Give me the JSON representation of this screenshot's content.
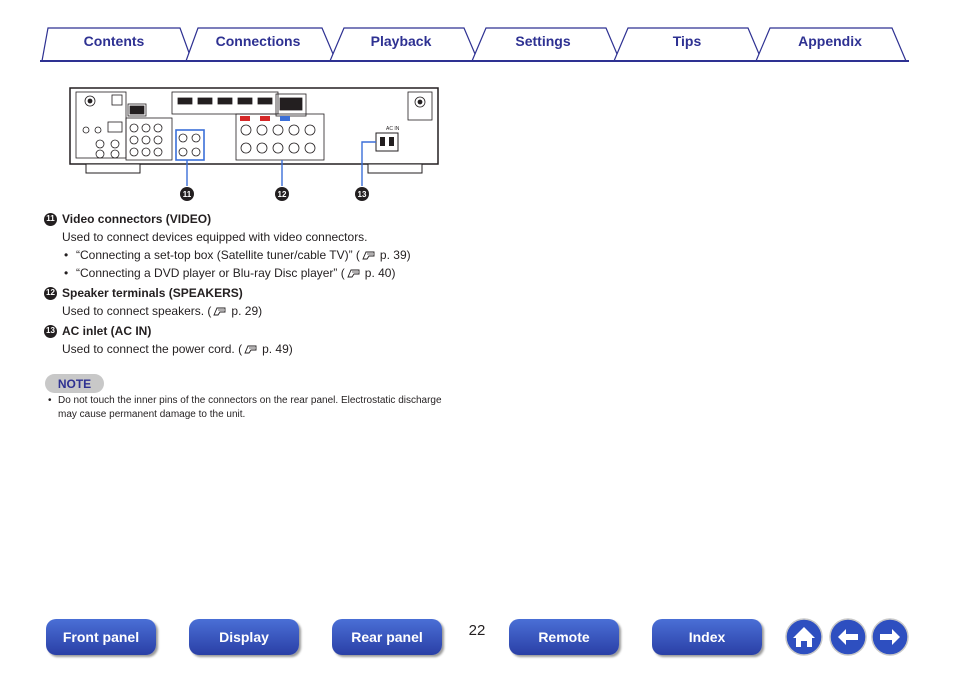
{
  "tabs": [
    {
      "label": "Contents"
    },
    {
      "label": "Connections"
    },
    {
      "label": "Playback"
    },
    {
      "label": "Settings"
    },
    {
      "label": "Tips"
    },
    {
      "label": "Appendix"
    }
  ],
  "figure": {
    "callouts": [
      "11",
      "12",
      "13"
    ],
    "ac_in_label": "AC IN"
  },
  "items": [
    {
      "num": "11",
      "title": "Video connectors (VIDEO)",
      "desc": "Used to connect devices equipped with video connectors.",
      "bullets": [
        {
          "text": "“Connecting a set-top box (Satellite tuner/cable TV)” (",
          "ref": "p. 39)"
        },
        {
          "text": "“Connecting a DVD player or Blu-ray Disc player” (",
          "ref": "p. 40)"
        }
      ]
    },
    {
      "num": "12",
      "title": "Speaker terminals (SPEAKERS)",
      "desc": "Used to connect speakers.  (",
      "ref": "p. 29)"
    },
    {
      "num": "13",
      "title": "AC inlet (AC IN)",
      "desc": "Used to connect the power cord.  (",
      "ref": "p. 49)"
    }
  ],
  "note": {
    "label": "NOTE",
    "text": "Do not touch the inner pins of the connectors on the rear panel. Electrostatic discharge may cause permanent damage to the unit."
  },
  "footer": {
    "page_number": "22",
    "buttons": [
      {
        "label": "Front panel"
      },
      {
        "label": "Display"
      },
      {
        "label": "Rear panel"
      },
      {
        "label": "Remote"
      },
      {
        "label": "Index"
      }
    ]
  },
  "colors": {
    "accent": "#2e3192",
    "callout_line": "#3b6fd8"
  }
}
